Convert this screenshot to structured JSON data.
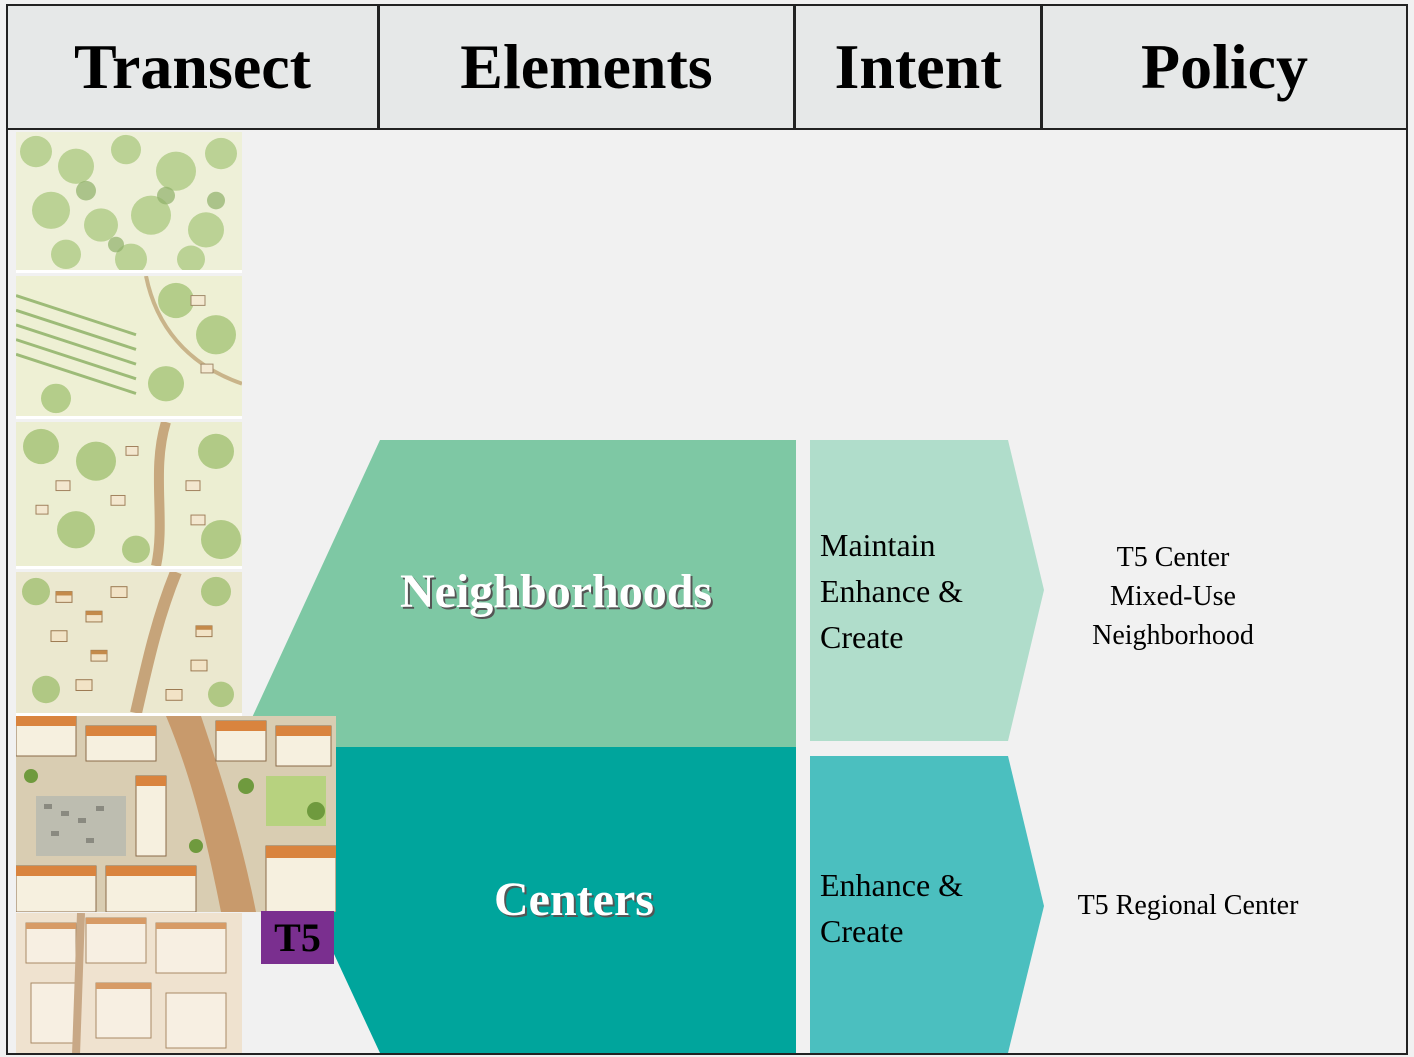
{
  "header": {
    "columns": [
      "Transect",
      "Elements",
      "Intent",
      "Policy"
    ]
  },
  "transect_badge": "T5",
  "elements": {
    "neighborhoods": "Neighborhoods",
    "centers": "Centers"
  },
  "intent": {
    "neighborhoods": "Maintain\nEnhance &\nCreate",
    "centers": "Enhance &\nCreate"
  },
  "policy": {
    "neighborhoods": "T5 Center\nMixed-Use\nNeighborhood",
    "centers": "T5 Regional Center"
  },
  "colors": {
    "neighborhoods_element": "#7ec8a4",
    "centers_element": "#00a59c",
    "neighborhoods_intent": "#b0ddcb",
    "centers_intent": "#4bbfbf",
    "t5_badge": "#7a2f8f",
    "header_bg": "#e6e8e8"
  },
  "icons": [
    "transect-t1-illustration",
    "transect-t2-illustration",
    "transect-t3-illustration",
    "transect-t4-illustration",
    "transect-t5-illustration",
    "transect-t6-illustration"
  ]
}
